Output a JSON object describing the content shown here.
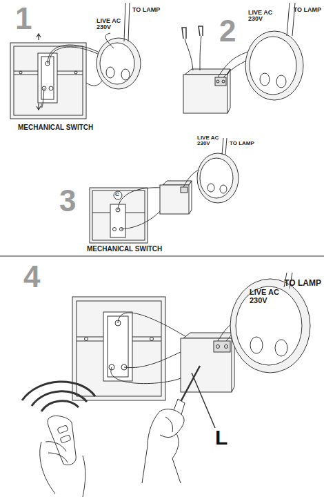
{
  "diagram": {
    "labels": [
      "1",
      "LIVE AC 230V",
      "TO LAMP",
      "MECHANICAL SWITCH",
      "2",
      "LIVE AC 230V",
      "TO LAMP",
      "3",
      "C",
      "LIVE AC 230V",
      "TO LAMP",
      "MECHANICAL SWITCH",
      "4",
      "LIVE AC 230V",
      "TO LAMP",
      "L"
    ]
  }
}
